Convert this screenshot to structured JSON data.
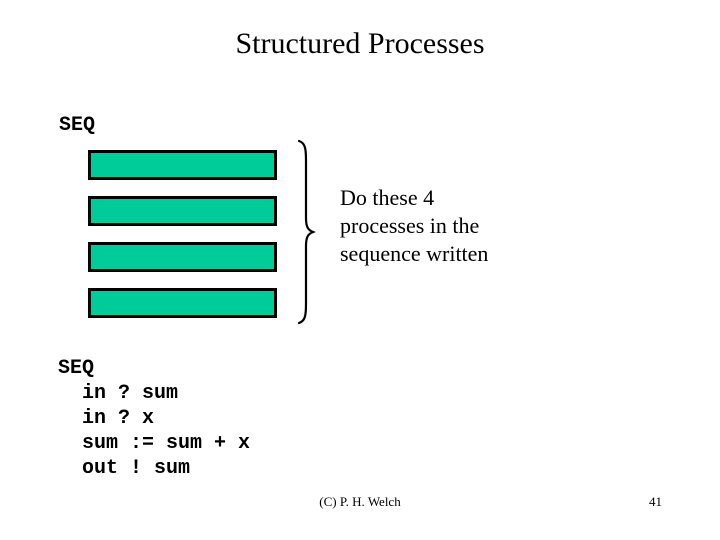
{
  "slide": {
    "title": "Structured Processes",
    "seq_label": "SEQ",
    "diagram": {
      "box_count": 4,
      "box_color": "#00CC99",
      "box_border_color": "#000000",
      "brace_icon": "right-curly-brace",
      "annotation": "Do these 4\nprocesses in the\nsequence written"
    },
    "code": "SEQ\n  in ? sum\n  in ? x\n  sum := sum + x\n  out ! sum",
    "footer": {
      "copyright": "(C) P. H. Welch",
      "page_number": "41"
    }
  }
}
